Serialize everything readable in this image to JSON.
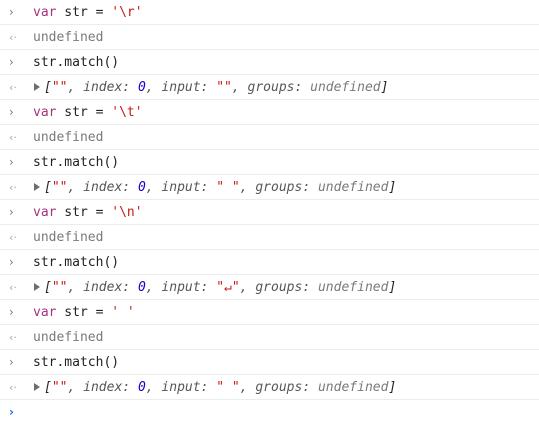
{
  "glyphs": {
    "input": "›",
    "output": "‹·",
    "prompt": "›"
  },
  "icons": {
    "input_chevron": "chevron-right-icon",
    "output_arrow": "return-arrow-icon",
    "expand": "triangle-right-icon",
    "prompt": "chevron-right-icon"
  },
  "tokens": {
    "var": "var",
    "str_eq": " str = ",
    "match_call": "str.match()",
    "undefined": "undefined",
    "arr_open": "[",
    "empty_str": "\"\"",
    "index_label": ", index: ",
    "index_value": "0",
    "input_label": ", input: ",
    "groups_label": ", groups: ",
    "groups_value": "undefined",
    "arr_close": "]"
  },
  "blocks": [
    {
      "literal": "'\\r'",
      "input_value": "\"\""
    },
    {
      "literal": "'\\t'",
      "input_value": "\" \""
    },
    {
      "literal": "'\\n'",
      "input_value": "\"↵\""
    },
    {
      "literal": "' '",
      "input_value": "\" \""
    }
  ],
  "colors": {
    "keyword": "#a6337c",
    "string": "#c41a16",
    "number": "#1c00cf",
    "dim": "#7a7a7a",
    "prompt": "#1a73e8"
  }
}
